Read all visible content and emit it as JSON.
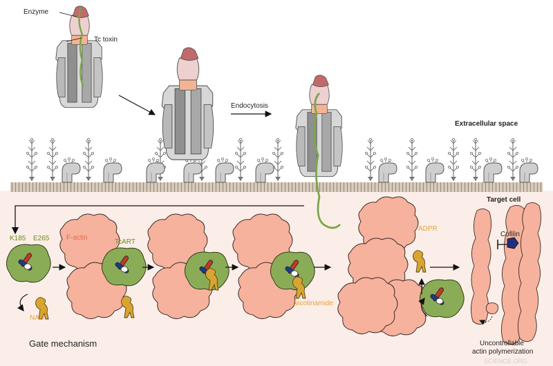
{
  "labels": {
    "enzyme": "Enzyme",
    "tc_toxin": "Tc toxin",
    "endocytosis": "Endocytosis",
    "extracellular_space": "Extracellular space",
    "target_cell": "Target cell",
    "k185": "K185",
    "e265": "E265",
    "f_actin": "F-actin",
    "tcart": "TcART",
    "nad": "NAD⁺",
    "gate_mechanism": "Gate mechanism",
    "nicotinamide": "Nicotinamide",
    "adpr": "ADPR",
    "cofilin": "Cofilin",
    "uncontrollable_line1": "Uncontrollable",
    "uncontrollable_line2": "actin polymerization",
    "watermark": "SCIENCE.ORG"
  },
  "colors": {
    "actin": "#f6b29d",
    "actin_stroke": "#3a2a26",
    "tcart_green": "#8bac57",
    "tcart_label": "#6b8e23",
    "orange_label": "#e3a23a",
    "nad_yellow": "#d9a531",
    "toxin_cap_red": "#c26a6a",
    "toxin_pink": "#edd0cf",
    "toxin_peach": "#f2b493",
    "toxin_gray_dark": "#8f8f8f",
    "toxin_gray_light": "#d7d7d7",
    "green_thread": "#7aa64a",
    "membrane": "#b3a090",
    "cell_bg": "#fbeee8",
    "cofilin_blue": "#1f2f7a",
    "k185_red": "#c0392b",
    "e265_blue": "#1a3b8f"
  }
}
